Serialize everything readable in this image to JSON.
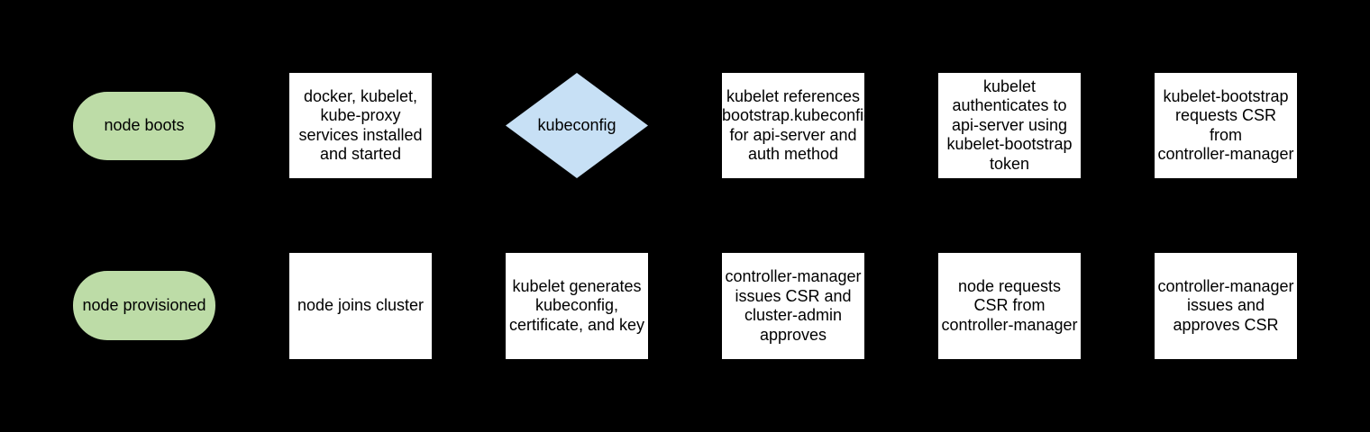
{
  "diagram": {
    "background": "#000000",
    "colors": {
      "terminator_fill": "#bddca7",
      "decision_fill": "#c7e0f5",
      "process_fill": "#ffffff",
      "text": "#000000"
    },
    "nodes": [
      {
        "id": "node-boots",
        "shape": "terminator",
        "row": 1,
        "col": 1,
        "label": "node boots"
      },
      {
        "id": "services-installed",
        "shape": "process",
        "row": 1,
        "col": 2,
        "label": "docker, kubelet,\nkube-proxy\nservices installed\nand started"
      },
      {
        "id": "kubeconfig",
        "shape": "decision",
        "row": 1,
        "col": 3,
        "label": "kubeconfig"
      },
      {
        "id": "kubelet-references",
        "shape": "process",
        "row": 1,
        "col": 4,
        "label": "kubelet references\nbootstrap.kubeconfig\nfor api-server and\nauth method"
      },
      {
        "id": "kubelet-authenticates",
        "shape": "process",
        "row": 1,
        "col": 5,
        "label": "kubelet\nauthenticates to\napi-server using\nkubelet-bootstrap\ntoken"
      },
      {
        "id": "bootstrap-requests-csr",
        "shape": "process",
        "row": 1,
        "col": 6,
        "label": "kubelet-bootstrap\nrequests CSR\nfrom\ncontroller-manager"
      },
      {
        "id": "node-provisioned",
        "shape": "terminator",
        "row": 2,
        "col": 1,
        "label": "node provisioned"
      },
      {
        "id": "node-joins-cluster",
        "shape": "process",
        "row": 2,
        "col": 2,
        "label": "node joins cluster"
      },
      {
        "id": "kubelet-generates",
        "shape": "process",
        "row": 2,
        "col": 3,
        "label": "kubelet generates\nkubeconfig,\ncertificate, and key"
      },
      {
        "id": "cm-issues-admin-approves",
        "shape": "process",
        "row": 2,
        "col": 4,
        "label": "controller-manager\nissues CSR and\ncluster-admin\napproves"
      },
      {
        "id": "node-requests-csr",
        "shape": "process",
        "row": 2,
        "col": 5,
        "label": "node requests\nCSR from\ncontroller-manager"
      },
      {
        "id": "cm-issues-approves-csr",
        "shape": "process",
        "row": 2,
        "col": 6,
        "label": "controller-manager\nissues and\napproves CSR"
      }
    ]
  }
}
